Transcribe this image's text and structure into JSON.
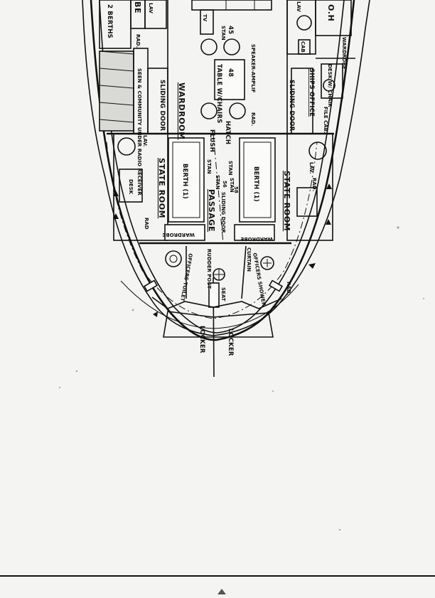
{
  "colors": {
    "ink": "#111111",
    "paper": "#f4f4f2"
  },
  "labels": {
    "berths_2": "2 BERTHS",
    "be": "BE",
    "lav_tl": "LAV",
    "rad_tl": "RAD.",
    "radio_note": "SEEN & COMMUNITY UNDER RADIO RECEIVER",
    "sliding_door_l": "SLIDING DOOR",
    "wardroom": "WARDROOM",
    "tv": "TV",
    "stan_top": "STAN",
    "num_45": "45",
    "table": "TABLE W/CHAIRS",
    "num_48": "48",
    "speaker": "SPEAKER-AMPLIF",
    "rad_mid": "RAD.",
    "flush": "FLUSH",
    "hatch": "HATCH",
    "stan_mid": "STAN",
    "stan_mid2": "STAN",
    "sliding_door_r": "SLIDING DOOR",
    "lav_tr": "LAV",
    "o_h": "O.H",
    "cab": "CAB",
    "wardrobe_tr": "WARDROBE",
    "desk": "DESK W/ CHAIR",
    "ships_office": "SHIPS OFFICE",
    "file_cab": "FILE CAB.",
    "lav_l": "LAV.",
    "desk_l": "DESK",
    "stateroom_l": "STATE ROOM",
    "berth_l": "BERTH (1)",
    "passage": "PASSAGE",
    "stan_p1": "STAN",
    "sliding_door_c": "SLIDING DOOR",
    "stan_p2": "STAN",
    "num_56": "56",
    "num_58": "58",
    "berth_r": "BERTH (1)",
    "stateroom_r": "STATE ROOM",
    "lav_r": "LAV.",
    "rad_r": "RAD.",
    "rad_l": "RAD",
    "wardrobe_l": "WARDROBE",
    "wardrobe_r": "WARDROBE",
    "officers_toilet": "OFFICERS TOILET",
    "rudder_post": "RUDDER POST",
    "curtain": "CURTAIN",
    "officers_shower": "OFFICERS SHOWER",
    "seat": "SEAT",
    "rad_bl": "RAD.",
    "locker_l": "LOCKER",
    "locker_r": "LOCKER"
  }
}
